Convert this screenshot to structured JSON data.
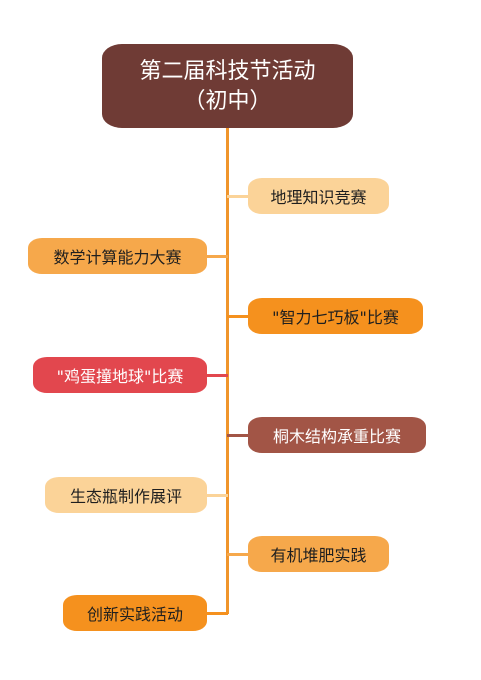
{
  "title": {
    "line1": "第二届科技节活动",
    "line2": "（初中）"
  },
  "colors": {
    "trunk": "#f0952b",
    "title_bg": "#6f3b35",
    "text_dark": "#1f1f1f",
    "text_light": "#ffffff"
  },
  "nodes": [
    {
      "label": "地理知识竞赛",
      "side": "right",
      "color": "#fbd398",
      "text_color": "#1f1f1f"
    },
    {
      "label": "数学计算能力大赛",
      "side": "left",
      "color": "#f6a84b",
      "text_color": "#1f1f1f"
    },
    {
      "label": "\"智力七巧板\"比赛",
      "side": "right",
      "color": "#f5911e",
      "text_color": "#1f1f1f"
    },
    {
      "label": "\"鸡蛋撞地球\"比赛",
      "side": "left",
      "color": "#e2474e",
      "text_color": "#ffffff"
    },
    {
      "label": "桐木结构承重比赛",
      "side": "right",
      "color": "#a25546",
      "text_color": "#ffffff"
    },
    {
      "label": "生态瓶制作展评",
      "side": "left",
      "color": "#fbd398",
      "text_color": "#1f1f1f"
    },
    {
      "label": "有机堆肥实践",
      "side": "right",
      "color": "#f6a84b",
      "text_color": "#1f1f1f"
    },
    {
      "label": "创新实践活动",
      "side": "left",
      "color": "#f5911e",
      "text_color": "#1f1f1f"
    }
  ]
}
